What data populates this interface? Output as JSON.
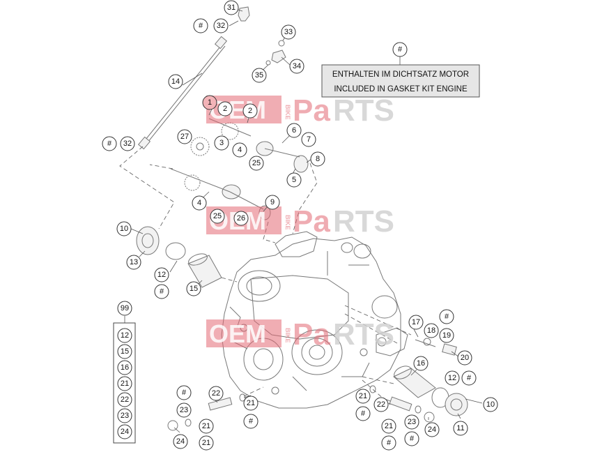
{
  "watermark": {
    "part1": "OEM",
    "part2": "Pa",
    "part3": "RTS",
    "vertical": "BIKE"
  },
  "note": {
    "marker": "#",
    "line1": "ENTHALTEN IM DICHTSATZ MOTOR",
    "line2": "INCLUDED IN GASKET KIT ENGINE"
  },
  "kit": {
    "label": "99",
    "items": [
      "12",
      "15",
      "16",
      "21",
      "22",
      "23",
      "24"
    ]
  },
  "callouts": [
    "31",
    "#",
    "32",
    "33",
    "34",
    "35",
    "14",
    "1",
    "2",
    "2",
    "27",
    "3",
    "4",
    "6",
    "7",
    "25",
    "8",
    "5",
    "#",
    "32",
    "4",
    "9",
    "25",
    "26",
    "10",
    "13",
    "12",
    "#",
    "15",
    "17",
    "18",
    "#",
    "19",
    "20",
    "16",
    "12",
    "#",
    "10",
    "11",
    "#",
    "23",
    "22",
    "21",
    "#",
    "21",
    "24",
    "21",
    "#",
    "21",
    "22",
    "21",
    "#",
    "23",
    "#",
    "24"
  ],
  "colors": {
    "highlight": "#f3b4b8",
    "watermark": "#e36a74",
    "note_fill": "#e6e6e6"
  }
}
